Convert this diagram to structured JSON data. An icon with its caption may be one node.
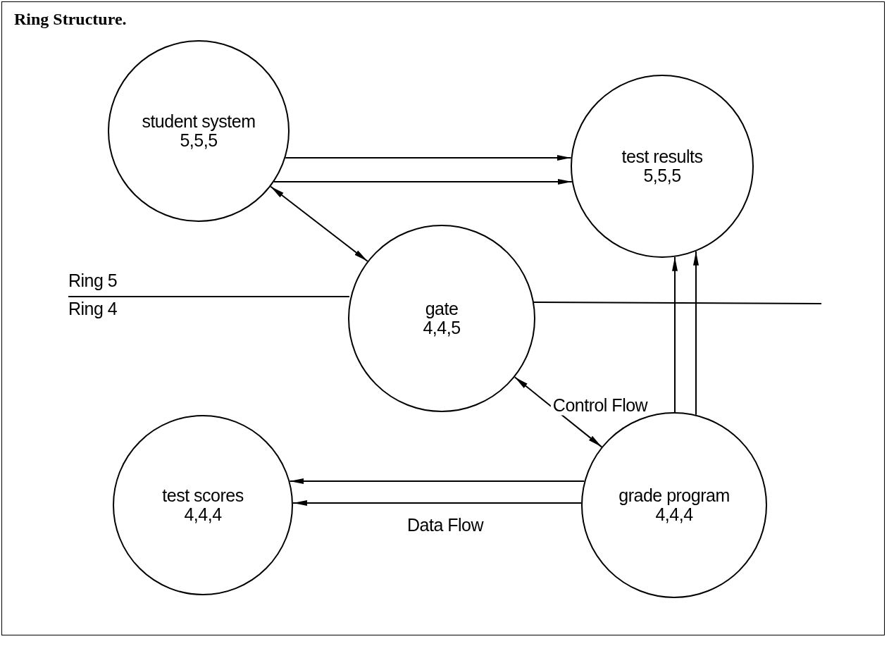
{
  "diagram": {
    "title": "Ring Structure.",
    "nodes": [
      {
        "text": [
          "student system",
          "5,5,5"
        ]
      },
      {
        "text": [
          "test results",
          "5,5,5"
        ]
      },
      {
        "text": [
          "gate",
          "4,4,5"
        ]
      },
      {
        "text": [
          "test scores",
          "4,4,4"
        ]
      },
      {
        "text": [
          "grade program",
          "4,4,4"
        ]
      }
    ],
    "edges": [
      {
        "from": 0,
        "to": 1,
        "arrow": "to"
      },
      {
        "from": 0,
        "to": 1,
        "arrow": "to"
      },
      {
        "from": 0,
        "to": 2,
        "arrow": "both"
      },
      {
        "from": 4,
        "to": 1,
        "arrow": "to"
      },
      {
        "from": 4,
        "to": 1,
        "arrow": "to"
      },
      {
        "from": 2,
        "to": 4,
        "arrow": "both",
        "label": "Control Flow"
      },
      {
        "from": 4,
        "to": 3,
        "arrow": "to"
      },
      {
        "from": 4,
        "to": 3,
        "arrow": "to",
        "label": "Data Flow"
      }
    ],
    "labels": [
      "Ring 5",
      "Ring 4"
    ]
  }
}
